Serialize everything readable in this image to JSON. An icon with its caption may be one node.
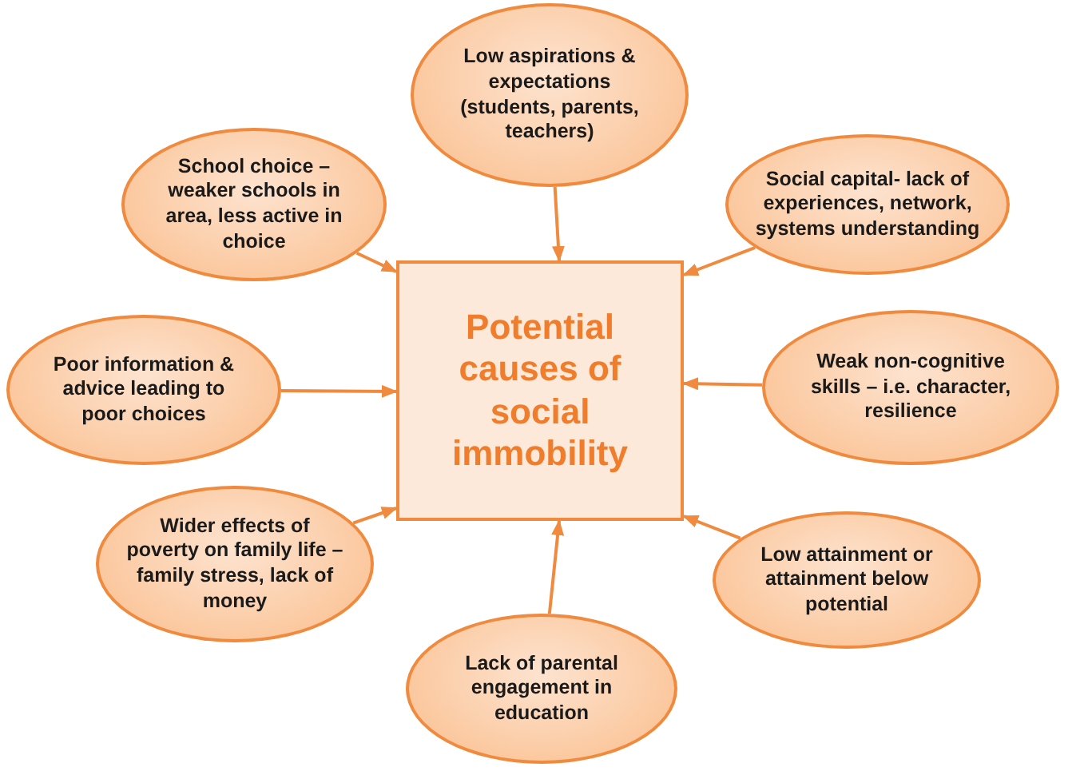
{
  "diagram": {
    "nodes": [
      {
        "text": [
          "Potential causes of social immobility"
        ]
      },
      {
        "text": [
          "Low aspirations & expectations (students, parents, teachers)"
        ]
      },
      {
        "text": [
          "School choice – weaker schools in area, less active in choice"
        ]
      },
      {
        "text": [
          "Social capital- lack of experiences, network, systems understanding"
        ]
      },
      {
        "text": [
          "Poor information & advice leading to poor choices"
        ]
      },
      {
        "text": [
          "Weak non-cognitive skills – i.e. character, resilience"
        ]
      },
      {
        "text": [
          "Wider effects of poverty on family life – family stress, lack of money"
        ]
      },
      {
        "text": [
          "Low attainment or attainment below potential"
        ]
      },
      {
        "text": [
          "Lack of parental engagement in education"
        ]
      }
    ],
    "edges": [
      {
        "from": 1,
        "to": 0,
        "arrow": "to"
      },
      {
        "from": 2,
        "to": 0,
        "arrow": "to"
      },
      {
        "from": 3,
        "to": 0,
        "arrow": "to"
      },
      {
        "from": 4,
        "to": 0,
        "arrow": "to"
      },
      {
        "from": 5,
        "to": 0,
        "arrow": "to"
      },
      {
        "from": 6,
        "to": 0,
        "arrow": "to"
      },
      {
        "from": 7,
        "to": 0,
        "arrow": "to"
      },
      {
        "from": 8,
        "to": 0,
        "arrow": "to"
      }
    ]
  }
}
